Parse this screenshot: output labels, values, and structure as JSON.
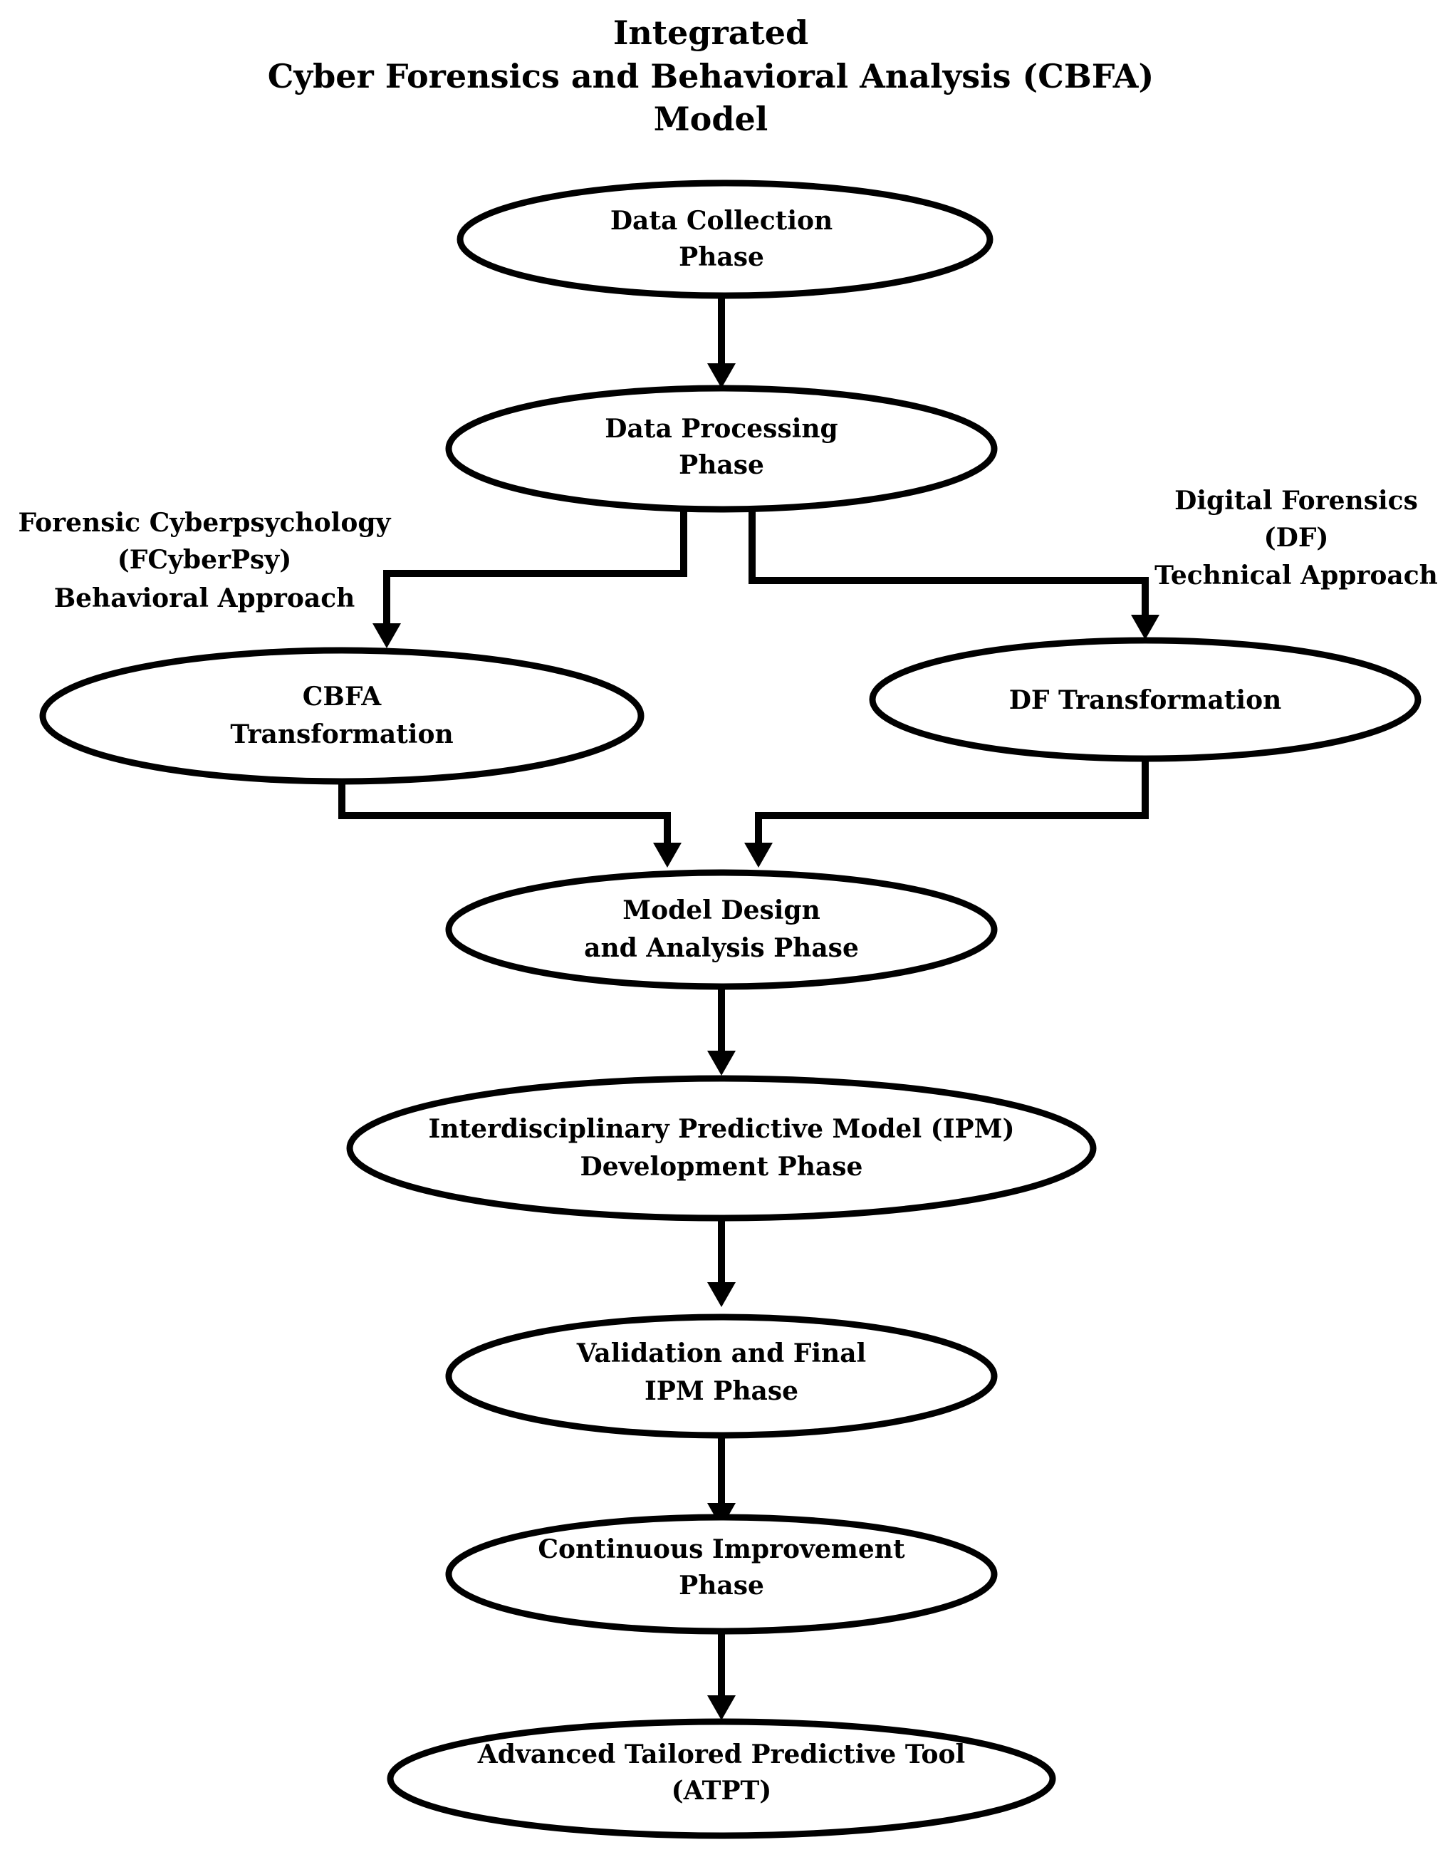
{
  "title": {
    "line1": "Integrated",
    "line2": "Cyber Forensics and Behavioral Analysis (CBFA)",
    "line3": "Model"
  },
  "nodes": {
    "data_collection": {
      "line1": "Data Collection",
      "line2": "Phase"
    },
    "data_processing": {
      "line1": "Data Processing",
      "line2": "Phase"
    },
    "cbfa_transformation": {
      "line1": "CBFA",
      "line2": "Transformation"
    },
    "df_transformation": {
      "line1": "DF Transformation"
    },
    "model_design": {
      "line1": "Model Design",
      "line2": "and Analysis Phase"
    },
    "ipm_development": {
      "line1": "Interdisciplinary Predictive Model (IPM)",
      "line2": "Development Phase"
    },
    "validation": {
      "line1": "Validation and Final",
      "line2": "IPM Phase"
    },
    "continuous_improvement": {
      "line1": "Continuous Improvement",
      "line2": "Phase"
    },
    "atpt": {
      "line1": "Advanced Tailored Predictive Tool",
      "line2": "(ATPT)"
    }
  },
  "branch_labels": {
    "behavioral": {
      "line1": "Forensic Cyberpsychology",
      "line2": "(FCyberPsy)",
      "line3": "Behavioral Approach"
    },
    "technical": {
      "line1": "Digital Forensics",
      "line2": "(DF)",
      "line3": "Technical Approach"
    }
  }
}
